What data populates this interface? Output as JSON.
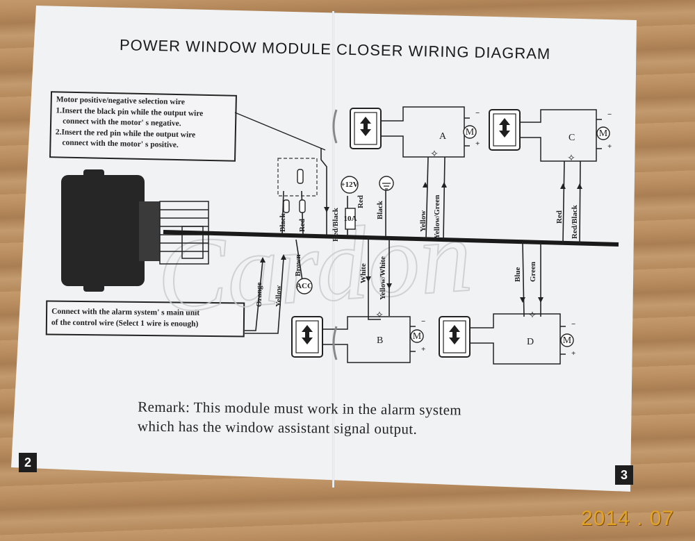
{
  "title": "POWER WINDOW MODULE CLOSER WIRING DIAGRAM",
  "note_top": [
    "Motor positive/negative selection wire",
    "1.Insert the black pin while the output wire",
    "connect with the motor' s negative.",
    "2.Insert the red pin while the output wire",
    "connect with the motor' s positive."
  ],
  "note_bottom": [
    "Connect with the alarm system' s main unit",
    "of the control wire (Select 1 wire is enough)"
  ],
  "remark": [
    "Remark: This module must work in the alarm system",
    "which has the window assistant signal output."
  ],
  "watermark": "Cardon",
  "page_left": "2",
  "page_right": "3",
  "date_stamp": "2014 . 07",
  "wires": {
    "orange": "Orange",
    "yellow": "Yellow",
    "black": "Black",
    "red": "Red",
    "brown": "Brown",
    "red_black": "Red/Black",
    "red_12v": "Red",
    "black_gnd": "Black",
    "white": "White",
    "yellow_white": "Yellow/White",
    "yellow_a": "Yellow",
    "yellow_green": "Yellow/Green",
    "red_c": "Red",
    "red_black_c": "Red/Black",
    "blue": "Blue",
    "green": "Green"
  },
  "labels": {
    "v12": "+12V",
    "acc": "ACC",
    "fuse": "10A",
    "plus": "+",
    "minus": "−",
    "motor": "M"
  },
  "modules": {
    "a": "A",
    "b": "B",
    "c": "C",
    "d": "D"
  }
}
